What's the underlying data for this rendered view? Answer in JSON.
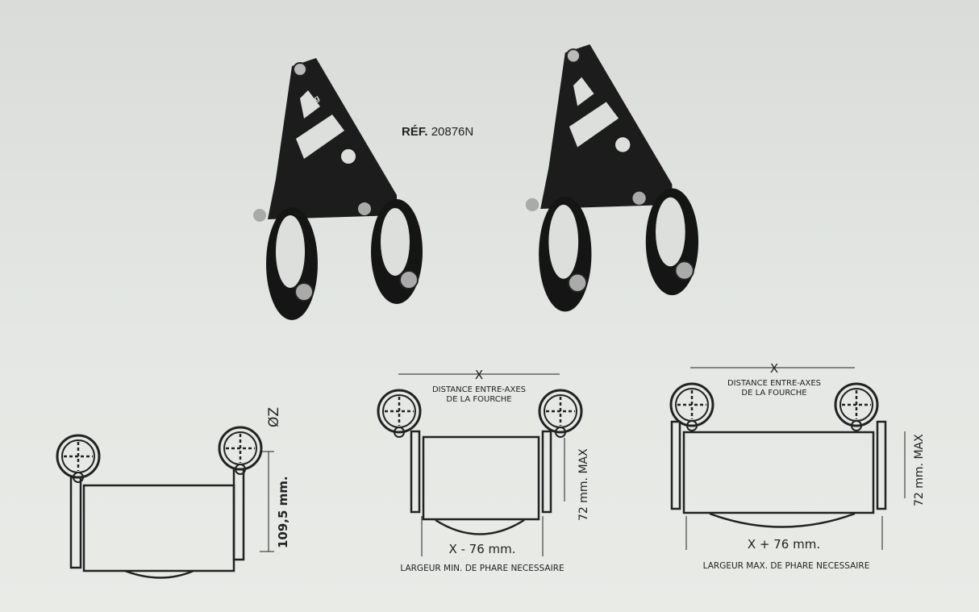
{
  "product": {
    "ref_label": "RÉF.",
    "ref_number": "20876N",
    "brand_logo_text": "Puig"
  },
  "diagram_left": {
    "diameter_label": "ØZ",
    "height_label": "109,5 mm."
  },
  "diagram_min": {
    "x_label": "X",
    "axis_distance_line1": "DISTANCE ENTRE-AXES",
    "axis_distance_line2": "DE LA FOURCHE",
    "height_label": "72 mm. MAX",
    "width_label": "X - 76 mm.",
    "caption": "LARGEUR MIN. DE PHARE NECESSAIRE"
  },
  "diagram_max": {
    "x_label": "X",
    "axis_distance_line1": "DISTANCE ENTRE-AXES",
    "axis_distance_line2": "DE LA FOURCHE",
    "height_label": "72 mm. MAX",
    "width_label": "X + 76 mm.",
    "caption": "LARGEUR MAX. DE PHARE NECESSAIRE"
  },
  "colors": {
    "background": "#e1e4e0",
    "bracket": "#1a1a1a",
    "line": "#2a2a2a"
  }
}
